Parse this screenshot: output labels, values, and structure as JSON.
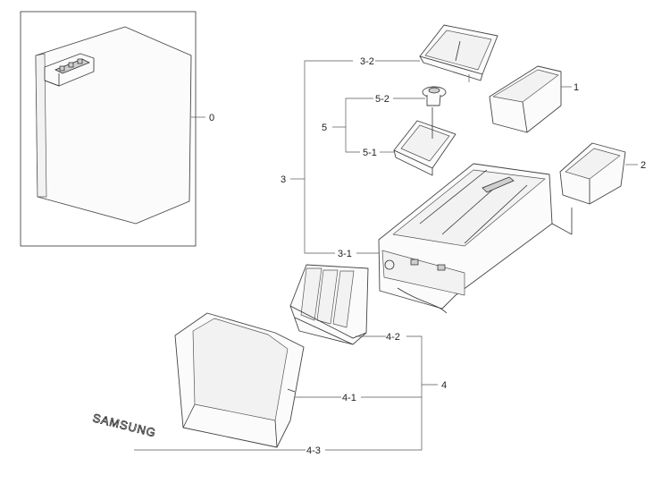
{
  "labels": {
    "p0": "0",
    "p1": "1",
    "p2": "2",
    "p3": "3",
    "p3_1": "3-1",
    "p3_2": "3-2",
    "p4": "4",
    "p4_1": "4-1",
    "p4_2": "4-2",
    "p4_3": "4-3",
    "p5": "5",
    "p5_1": "5-1",
    "p5_2": "5-2"
  },
  "brand_text": "SAMSUNG"
}
